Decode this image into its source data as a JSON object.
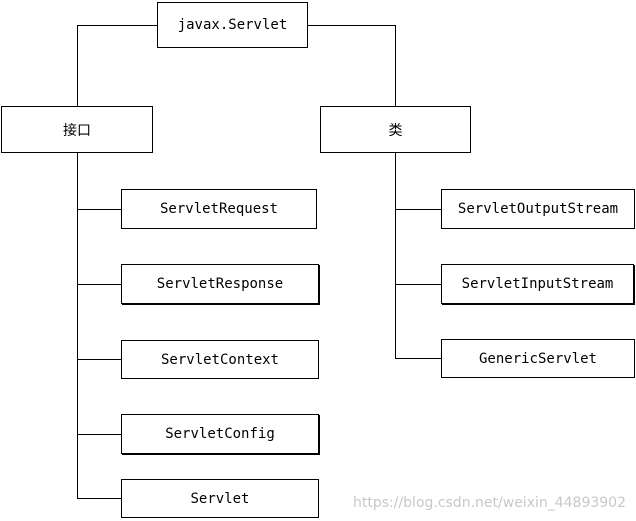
{
  "root": {
    "label": "javax.Servlet"
  },
  "branches": {
    "interfaces": {
      "label": "接口",
      "children": [
        "ServletRequest",
        "ServletResponse",
        "ServletContext",
        "ServletConfig",
        "Servlet"
      ]
    },
    "classes": {
      "label": "类",
      "children": [
        "ServletOutputStream",
        "ServletInputStream",
        "GenericServlet"
      ]
    }
  },
  "watermark": "https://blog.csdn.net/weixin_44893902",
  "colors": {
    "line": "#000000",
    "box_border": "#000000",
    "watermark": "#c8c8c8"
  }
}
